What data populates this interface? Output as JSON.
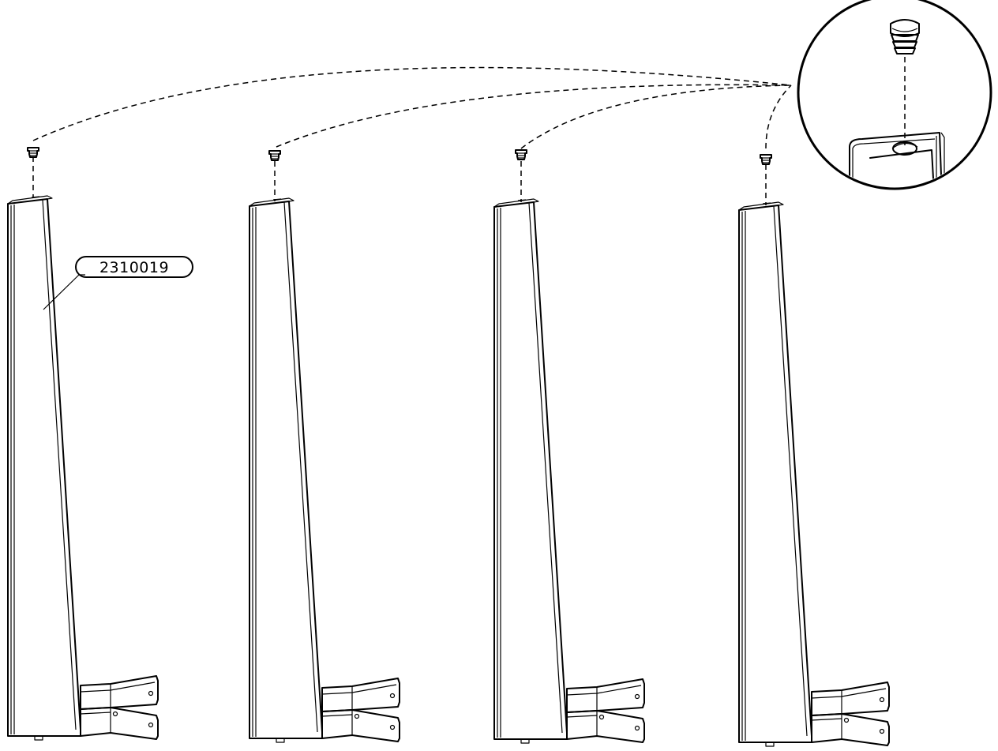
{
  "part_label": "2310019",
  "parts": {
    "posts": [
      "post",
      "post",
      "post",
      "post"
    ],
    "plugs": [
      "plug",
      "plug",
      "plug",
      "plug"
    ]
  },
  "detail_view": "plug-insertion-detail"
}
